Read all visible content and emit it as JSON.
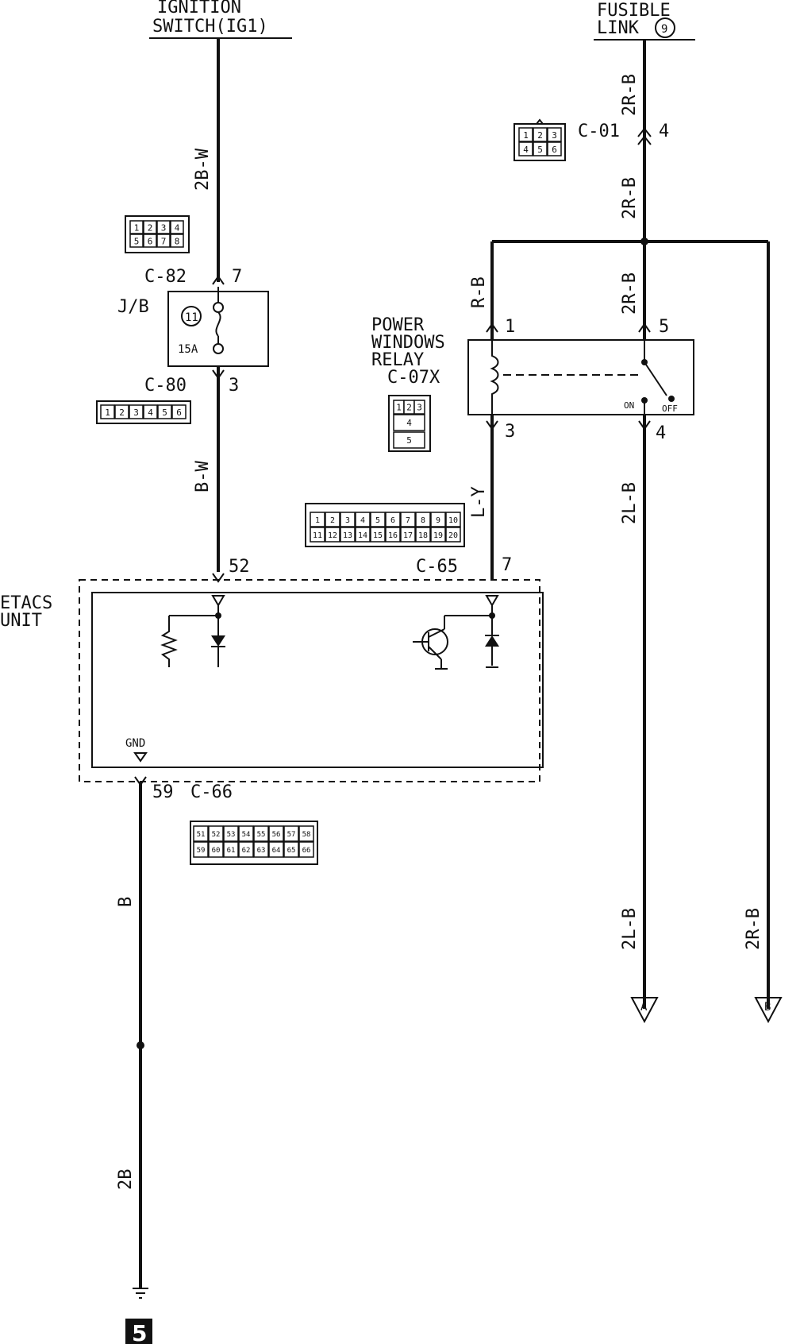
{
  "sources": {
    "ignition": [
      "IGNITION",
      "SWITCH(IG1)"
    ],
    "fusible": [
      "FUSIBLE",
      "LINK"
    ],
    "fusible_num": "9"
  },
  "wires": {
    "ign_top": "2B-W",
    "ign_mid": "B-W",
    "fl_top": "2R-B",
    "fl_mid": "2R-B",
    "fl_relay": "2R-B",
    "rb_branch": "R-B",
    "ly": "L-Y",
    "out_2lb_upper": "2L-B",
    "out_2lb_lower": "2L-B",
    "out_2rb": "2R-B",
    "gnd_b": "B",
    "gnd_2b": "2B"
  },
  "connectors": {
    "c82": {
      "name": "C-82",
      "pin": "7",
      "cells": [
        "1",
        "2",
        "3",
        "4",
        "5",
        "6",
        "7",
        "8"
      ]
    },
    "c80": {
      "name": "C-80",
      "pin": "3",
      "cells": [
        "1",
        "2",
        "3",
        "4",
        "5",
        "6"
      ]
    },
    "c01": {
      "name": "C-01",
      "pin": "4",
      "cells": [
        "1",
        "2",
        "3",
        "4",
        "5",
        "6"
      ]
    },
    "c07x": {
      "name": "C-07X",
      "cells": [
        "1",
        "2",
        "3",
        "4",
        "5"
      ]
    },
    "c65": {
      "name": "C-65",
      "pin": "7",
      "cells": [
        "1",
        "2",
        "3",
        "4",
        "5",
        "6",
        "7",
        "8",
        "9",
        "10",
        "11",
        "12",
        "13",
        "14",
        "15",
        "16",
        "17",
        "18",
        "19",
        "20"
      ]
    },
    "c66": {
      "name": "C-66",
      "pin": "59",
      "cells": [
        "51",
        "52",
        "53",
        "54",
        "55",
        "56",
        "57",
        "58",
        "59",
        "60",
        "61",
        "62",
        "63",
        "64",
        "65",
        "66"
      ]
    },
    "etacs_pin52": "52"
  },
  "junction_block": {
    "label": "J/B",
    "fuse_num": "11",
    "fuse_rating": "15A"
  },
  "relay": {
    "title": [
      "POWER",
      "WINDOWS",
      "RELAY"
    ],
    "pin_coil_in": "1",
    "pin_coil_out": "3",
    "pin_switch_in": "5",
    "pin_switch_out": "4",
    "on": "ON",
    "off": "OFF"
  },
  "etacs": {
    "label": [
      "ETACS",
      "UNIT"
    ],
    "gnd": "GND"
  },
  "outputs": {
    "a": "A",
    "b": "B"
  },
  "ground_point": "5"
}
